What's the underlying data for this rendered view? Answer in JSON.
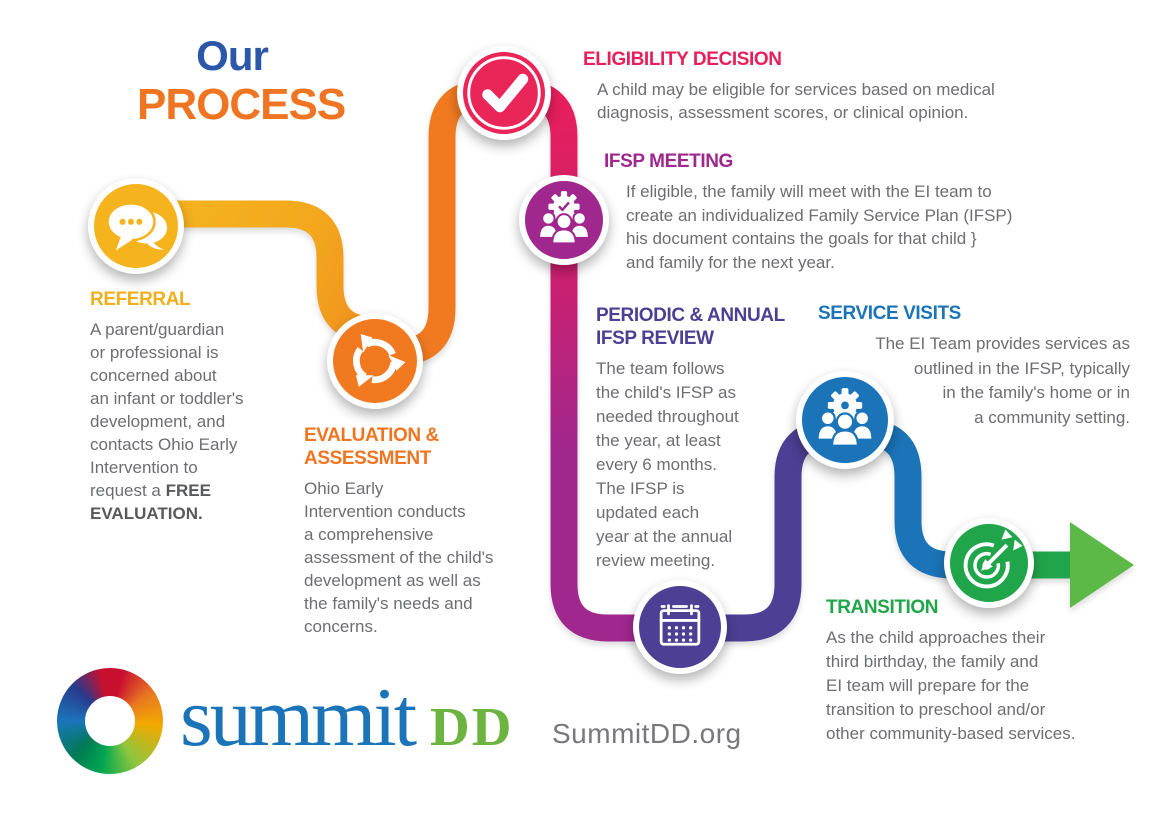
{
  "title": {
    "line1": "Our",
    "line2": "PROCESS"
  },
  "steps": {
    "referral": {
      "heading": "REFERRAL",
      "body": "A parent/guardian\nor professional is\nconcerned about\nan infant or toddler's\ndevelopment, and\ncontacts Ohio Early\nIntervention to\nrequest a ",
      "body_bold": "FREE\nEVALUATION.",
      "icon": "chat-bubbles-icon",
      "color": "#F5B41E"
    },
    "evaluation": {
      "heading": "EVALUATION &\nASSESSMENT",
      "body": "Ohio Early\nIntervention conducts\na comprehensive\nassessment of the child's\ndevelopment as well as\nthe family's needs and\nconcerns.",
      "icon": "cycle-arrows-icon",
      "color": "#F17A21"
    },
    "eligibility": {
      "heading": "ELIGIBILITY DECISION",
      "body": "A child may be eligible for services based on medical\ndiagnosis, assessment scores, or clinical opinion.",
      "icon": "checkmark-icon",
      "color": "#E81F5B"
    },
    "ifsp_meeting": {
      "heading": "IFSP MEETING",
      "body": "If eligible, the family will meet with the EI team to\ncreate an individualized Family Service Plan (IFSP)\nhis document contains the goals for that child }\nand family for the next year.",
      "icon": "team-gear-check-icon",
      "color": "#A0278E"
    },
    "periodic_review": {
      "heading": "PERIODIC & ANNUAL\nIFSP REVIEW",
      "body": "The team follows\nthe child's IFSP as\nneeded throughout\nthe year, at least\nevery 6 months.\nThe IFSP is\nupdated each\nyear at the annual\nreview meeting.",
      "icon": "calendar-icon",
      "color": "#4C3F94"
    },
    "service_visits": {
      "heading": "SERVICE VISITS",
      "body": "The EI Team provides services as\noutlined in the IFSP, typically\nin the family's home or in\na community setting.",
      "icon": "team-gear-icon",
      "color": "#1B74B8"
    },
    "transition": {
      "heading": "TRANSITION",
      "body": "As the child approaches their\nthird birthday, the family and\nEI team will prepare for the\ntransition to preschool and/or\nother community-based services.",
      "icon": "target-arrow-icon",
      "color": "#21A54A"
    }
  },
  "footer": {
    "brand": "summit",
    "brand_suffix": "DD",
    "website": "SummitDD.org"
  },
  "colors": {
    "title_blue": "#2B57A9",
    "title_orange": "#F07522",
    "body_gray": "#6D6E71",
    "yellow": "#F5B41E",
    "orange": "#F17A21",
    "pink": "#E81F5B",
    "magenta": "#A0278E",
    "purple": "#4C3F94",
    "blue": "#1B74B8",
    "green": "#21A54A",
    "arrow_light_green": "#5CB947",
    "logo_blue": "#1B74B8",
    "logo_green": "#6CB33F"
  }
}
